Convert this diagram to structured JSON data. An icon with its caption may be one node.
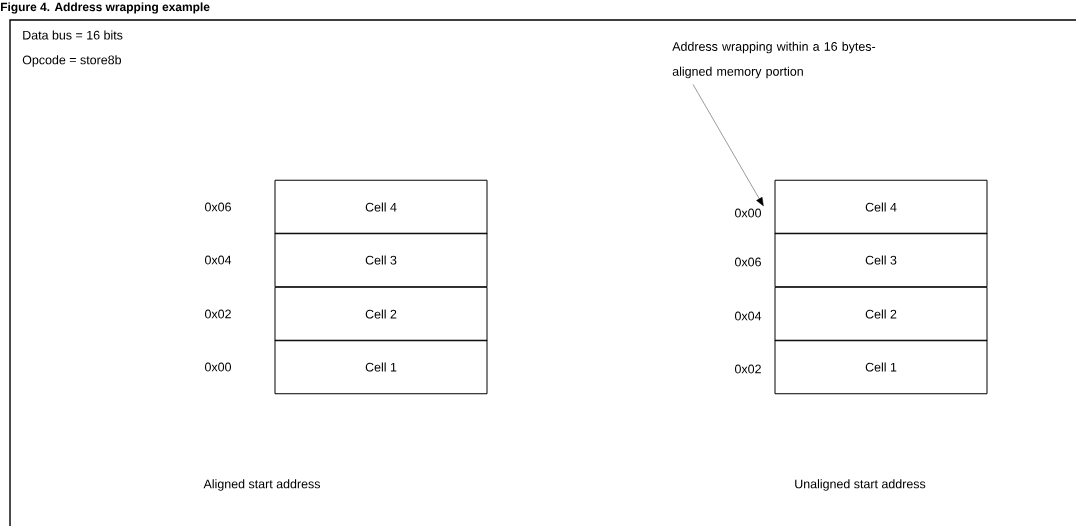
{
  "diagram": {
    "title": "Figure 4. Address wrapping example",
    "nodes": [
      {
        "text": [
          "Cell 4"
        ]
      },
      {
        "text": [
          "Cell 3"
        ]
      },
      {
        "text": [
          "Cell 2"
        ]
      },
      {
        "text": [
          "Cell 1"
        ]
      },
      {
        "text": [
          "Cell 4"
        ]
      },
      {
        "text": [
          "Cell 3"
        ]
      },
      {
        "text": [
          "Cell 2"
        ]
      },
      {
        "text": [
          "Cell 1"
        ]
      },
      {
        "text": [
          "Address wrapping within a 16 bytes-aligned memory portion"
        ]
      },
      {
        "text": [
          "0x00"
        ]
      }
    ],
    "edges": [
      {
        "from": 8,
        "to": 9,
        "arrow": "to"
      }
    ],
    "labels": [
      "Data bus = 16 bits",
      "Opcode = store8b",
      "0x06",
      "0x04",
      "0x02",
      "0x00",
      "0x06",
      "0x04",
      "0x02",
      "Aligned start address",
      "Unaligned start address"
    ]
  }
}
